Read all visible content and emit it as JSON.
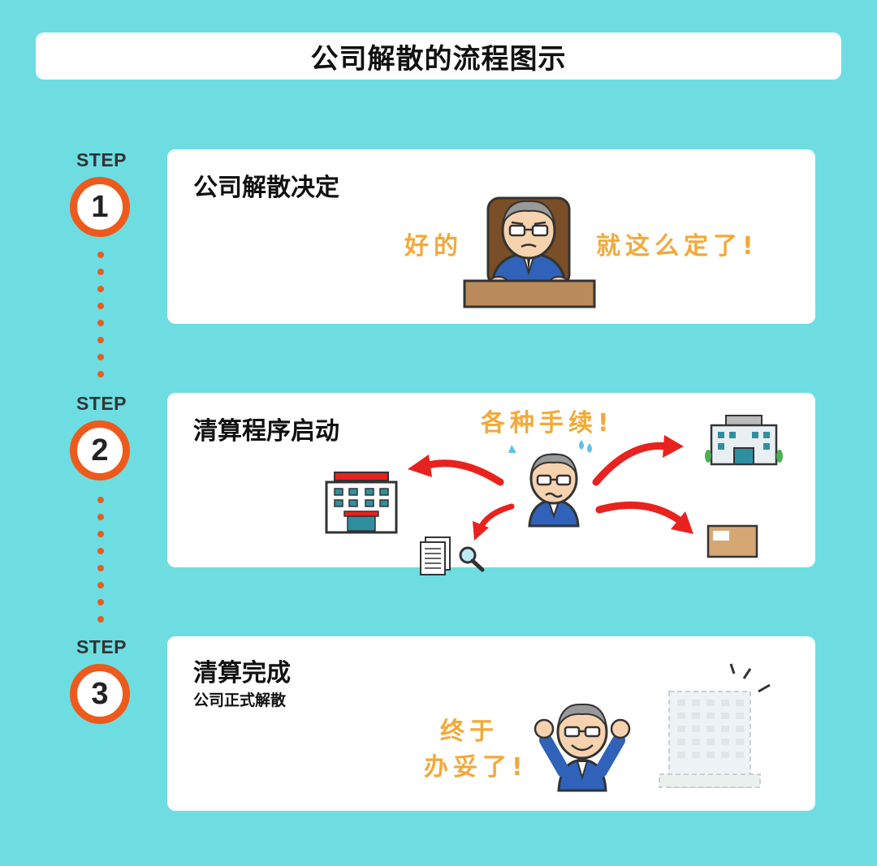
{
  "title": "公司解散的流程图示",
  "steps": [
    {
      "step_label": "STEP",
      "number": "1",
      "title": "公司解散决定",
      "speech_left": "好的",
      "speech_right": "就这么定了!"
    },
    {
      "step_label": "STEP",
      "number": "2",
      "title": "清算程序启动",
      "speech": "各种手续!"
    },
    {
      "step_label": "STEP",
      "number": "3",
      "title": "清算完成",
      "subtitle": "公司正式解散",
      "speech_line1": "终于",
      "speech_line2": "办妥了!"
    }
  ],
  "colors": {
    "background": "#6ddde2",
    "accent": "#ee5a1c",
    "speech": "#f2a93a",
    "arrow": "#e8221e"
  }
}
